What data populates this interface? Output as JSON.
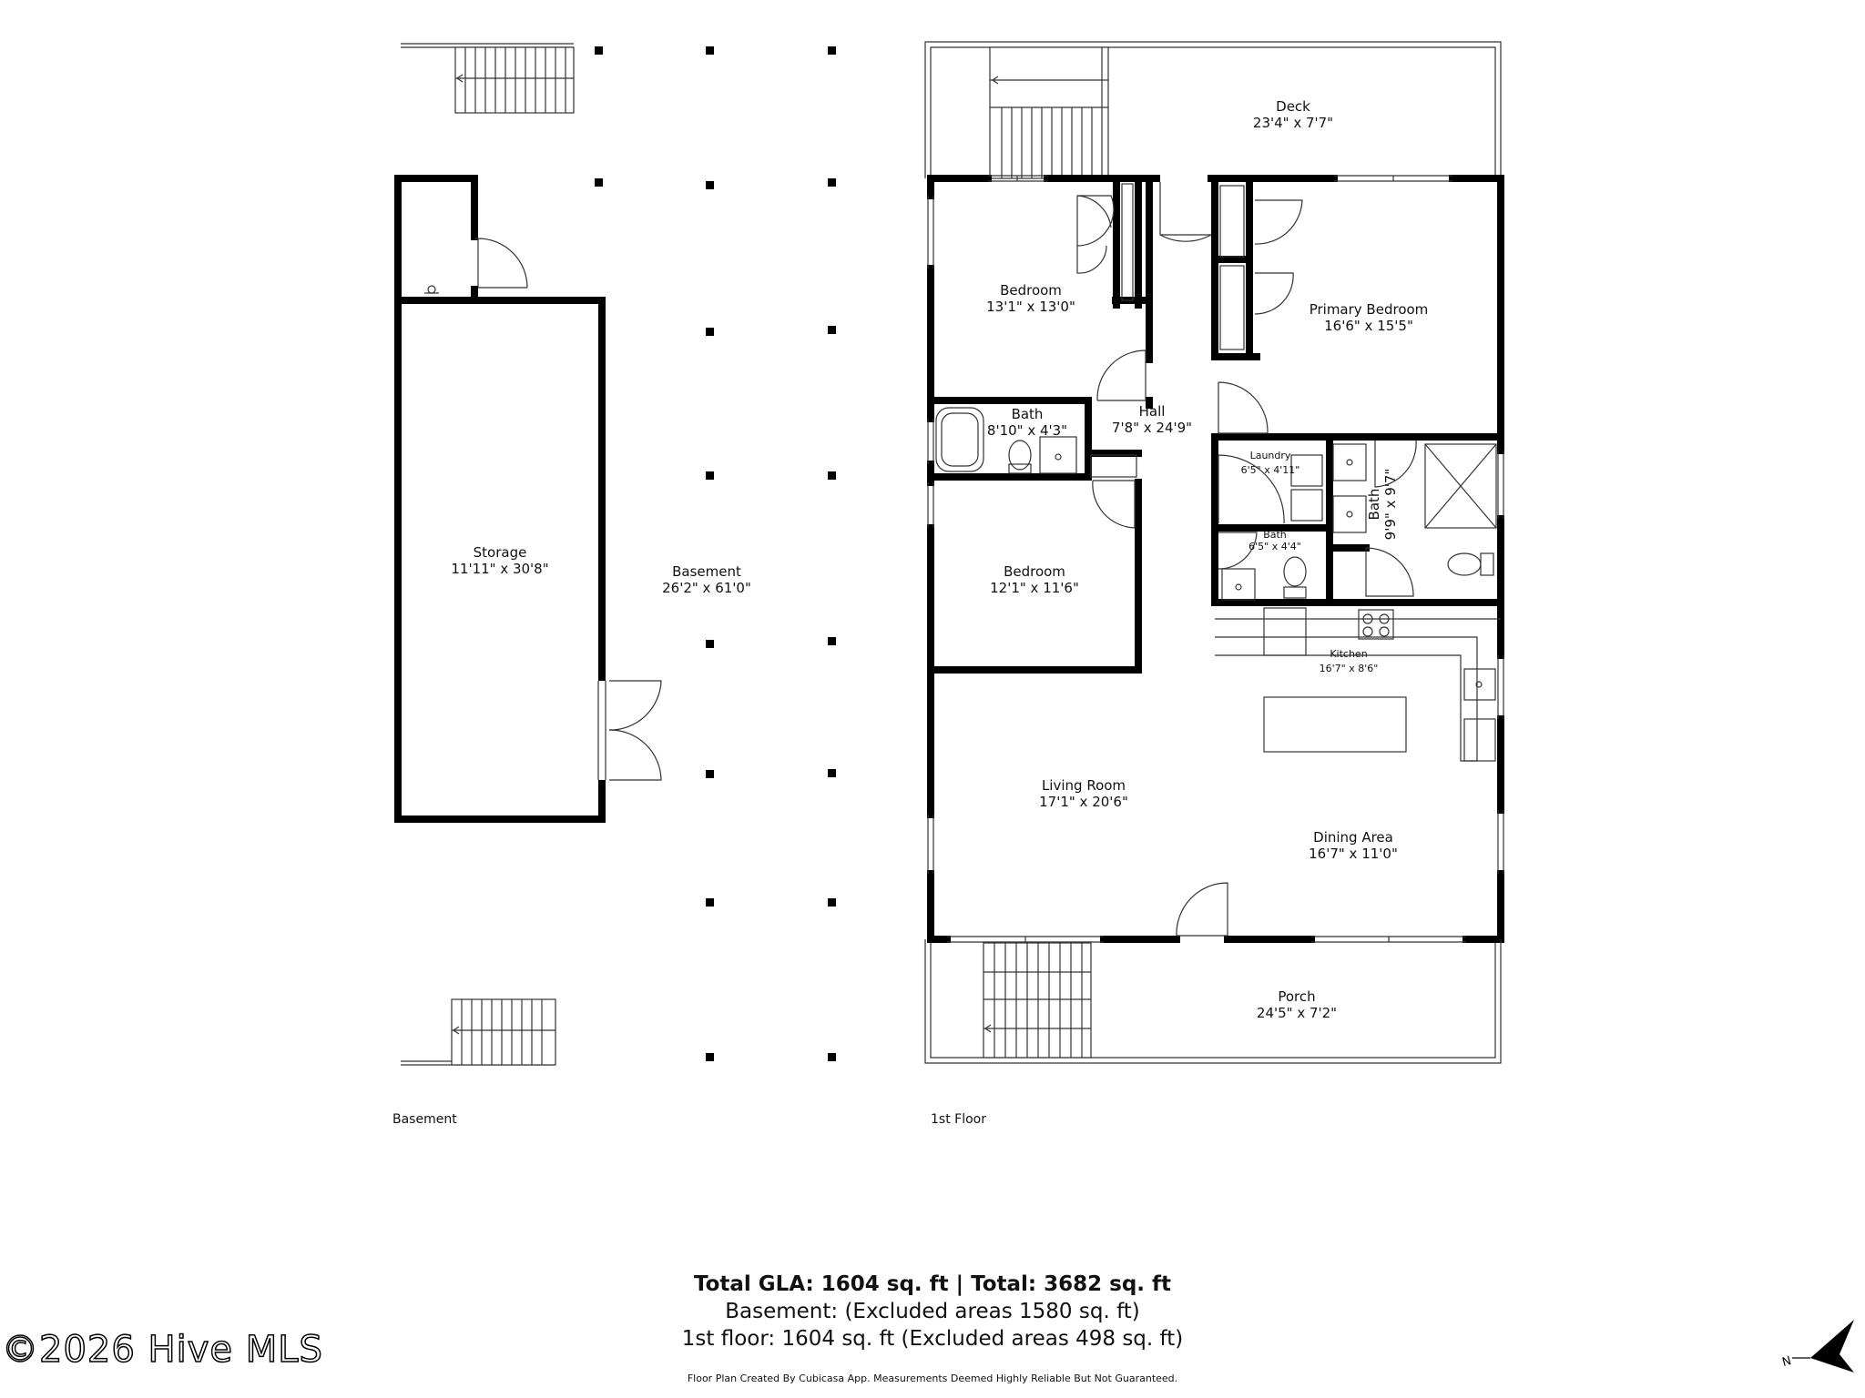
{
  "rooms": {
    "deck": {
      "name": "Deck",
      "dims": "23'4\" x 7'7\""
    },
    "bedroom1": {
      "name": "Bedroom",
      "dims": "13'1\" x 13'0\""
    },
    "primary_bedroom": {
      "name": "Primary Bedroom",
      "dims": "16'6\" x 15'5\""
    },
    "hall": {
      "name": "Hall",
      "dims": "7'8\" x 24'9\""
    },
    "bath1": {
      "name": "Bath",
      "dims": "8'10\" x 4'3\""
    },
    "laundry": {
      "name": "Laundry",
      "dims": "6'5\" x 4'11\""
    },
    "bath_primary": {
      "name": "Bath",
      "dims": "9'9\" x 9'7\""
    },
    "bath_half": {
      "name": "Bath",
      "dims": "6'5\" x 4'4\""
    },
    "bedroom2": {
      "name": "Bedroom",
      "dims": "12'1\" x 11'6\""
    },
    "kitchen": {
      "name": "Kitchen",
      "dims": "16'7\" x 8'6\""
    },
    "living_room": {
      "name": "Living Room",
      "dims": "17'1\" x 20'6\""
    },
    "dining_area": {
      "name": "Dining Area",
      "dims": "16'7\" x 11'0\""
    },
    "porch": {
      "name": "Porch",
      "dims": "24'5\" x 7'2\""
    },
    "storage": {
      "name": "Storage",
      "dims": "11'11\" x 30'8\""
    },
    "basement": {
      "name": "Basement",
      "dims": "26'2\" x 61'0\""
    }
  },
  "floors": {
    "basement_label": "Basement",
    "first_label": "1st Floor"
  },
  "summary": {
    "line1": "Total GLA: 1604 sq. ft | Total: 3682 sq. ft",
    "line2": "Basement: (Excluded areas 1580 sq. ft)",
    "line3": "1st floor: 1604 sq. ft (Excluded areas 498 sq. ft)",
    "disclaimer": "Floor Plan Created By Cubicasa App. Measurements Deemed Highly Reliable But Not Guaranteed."
  },
  "watermark": "©2026 Hive MLS",
  "compass": {
    "label": "N",
    "icon": "north-arrow-icon"
  }
}
